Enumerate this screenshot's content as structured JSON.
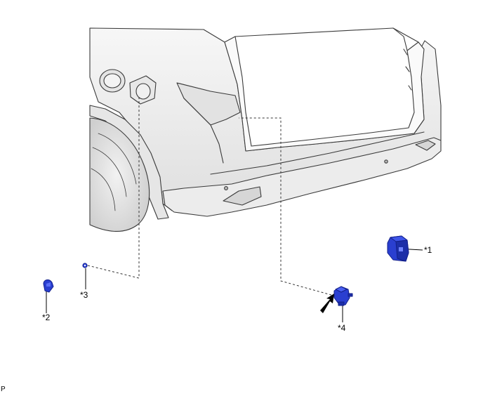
{
  "callouts": {
    "c1": "*1",
    "c2": "*2",
    "c3": "*3",
    "c4": "*4"
  },
  "footer_code": "P",
  "colors": {
    "part_blue": "#2a3fd0",
    "part_blue_dark": "#121f8a",
    "body_fill": "#eeeeee",
    "body_stroke": "#3a3a3a"
  }
}
